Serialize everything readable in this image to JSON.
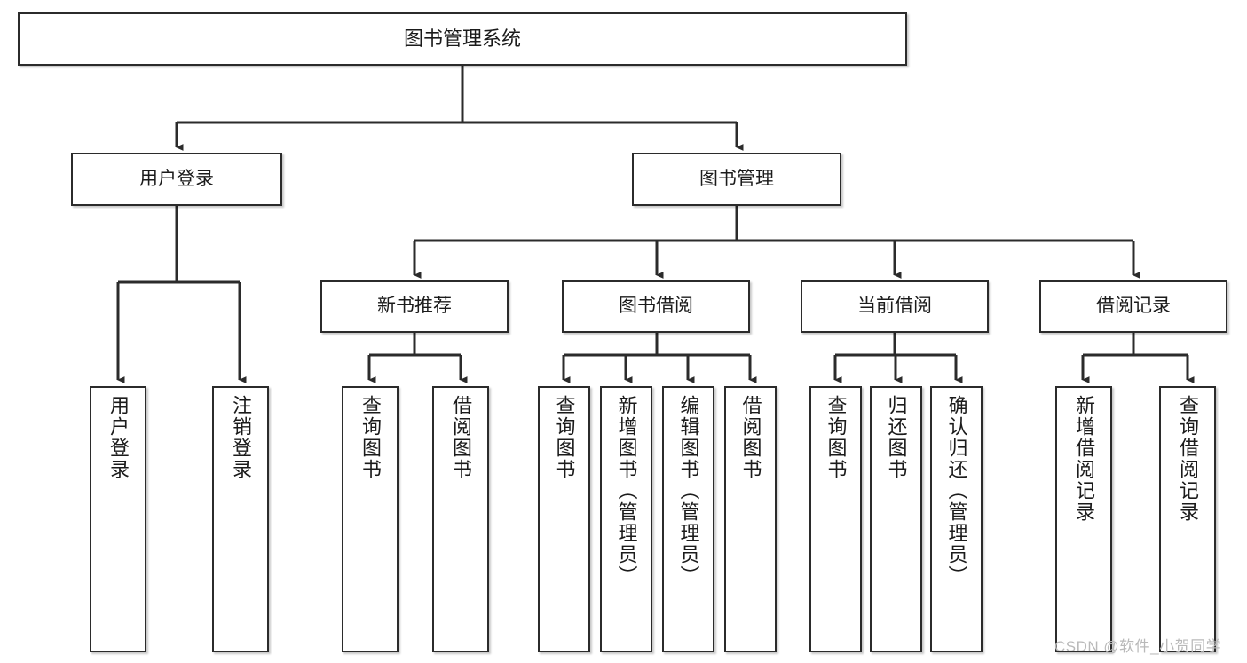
{
  "diagram": {
    "title": "图书管理系统",
    "watermark": "CSDN @软件_小贺同学",
    "stroke_color": "#2b2b2b",
    "fill_color": "#ffffff",
    "text_color": "#1b1b1b",
    "watermark_color": "#b9b9b9",
    "root": {
      "label": "图书管理系统"
    },
    "level2": [
      {
        "label": "用户登录"
      },
      {
        "label": "图书管理"
      }
    ],
    "level3": [
      {
        "label": "新书推荐"
      },
      {
        "label": "图书借阅"
      },
      {
        "label": "当前借阅"
      },
      {
        "label": "借阅记录"
      }
    ],
    "leaves": {
      "user_login": [
        {
          "label": "用户登录"
        },
        {
          "label": "注销登录"
        }
      ],
      "new_book_recommend": [
        {
          "label": "查询图书"
        },
        {
          "label": "借阅图书"
        }
      ],
      "book_borrow": [
        {
          "label": "查询图书"
        },
        {
          "label": "新增图书（管理员）"
        },
        {
          "label": "编辑图书（管理员）"
        },
        {
          "label": "借阅图书"
        }
      ],
      "current_borrow": [
        {
          "label": "查询图书"
        },
        {
          "label": "归还图书"
        },
        {
          "label": "确认归还（管理员）"
        }
      ],
      "borrow_record": [
        {
          "label": "新增借阅记录"
        },
        {
          "label": "查询借阅记录"
        }
      ]
    }
  }
}
